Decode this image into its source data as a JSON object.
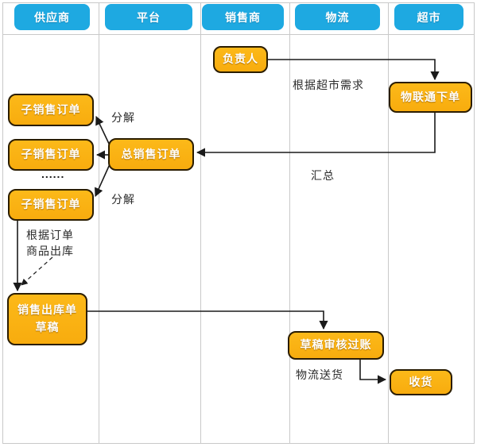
{
  "palette": {
    "lane_header_fill": "#1EA9E1",
    "node_fill": "#FBB116",
    "node_border": "#2B1D00",
    "node_text": "#FFFFFF",
    "grid_line": "#C9C9C9",
    "arrow_color": "#1A1A1A",
    "annotation_text": "#2B2B2B",
    "background": "#FFFFFF"
  },
  "lanes": [
    {
      "label": "供应商"
    },
    {
      "label": "平台"
    },
    {
      "label": "销售商"
    },
    {
      "label": "物流"
    },
    {
      "label": "超市"
    }
  ],
  "nodes": {
    "responsible": {
      "label": "负责人"
    },
    "iot_order": {
      "label": "物联通下单"
    },
    "total_sales_order": {
      "label": "总销售订单"
    },
    "sub_order_1": {
      "label": "子销售订单"
    },
    "sub_order_2": {
      "label": "子销售订单"
    },
    "sub_order_3": {
      "label": "子销售订单"
    },
    "outbound_draft": {
      "label_line1": "销售出库单",
      "label_line2": "草稿"
    },
    "draft_audit_post": {
      "label": "草稿审核过账"
    },
    "receive_goods": {
      "label": "收货"
    }
  },
  "annotations": {
    "per_supermarket_demand": "根据超市需求",
    "summarize": "汇总",
    "decompose_top": "分解",
    "decompose_bottom": "分解",
    "ellipsis": "......",
    "per_order_line1": "根据订单",
    "per_order_line2": "商品出库",
    "logistics_delivery": "物流送货"
  }
}
